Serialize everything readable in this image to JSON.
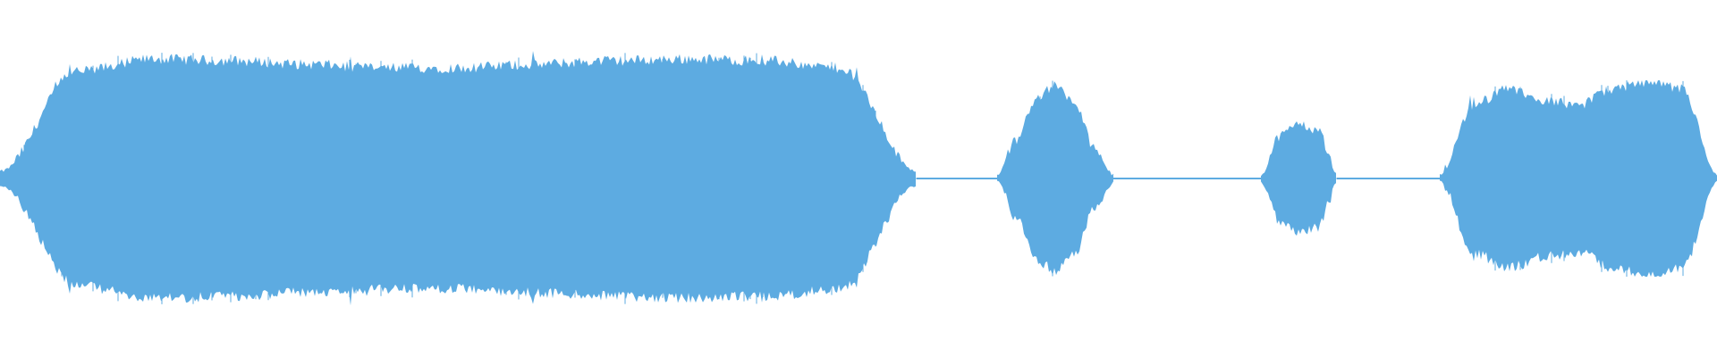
{
  "waveform": {
    "color": "#5dabe1",
    "background": "#ffffff",
    "description_kind": "audio-waveform",
    "segments": [
      {
        "kind": "sound",
        "amplitude_profile": [
          0.04,
          0.6,
          0.67,
          0.66,
          0.64,
          0.62,
          0.62,
          0.64,
          0.66,
          0.67,
          0.66,
          0.62,
          0.04
        ],
        "peak": 0.72
      },
      {
        "kind": "silence",
        "amplitude": 0.005
      },
      {
        "kind": "sound",
        "amplitude_profile": [
          0.02,
          0.22,
          0.45,
          0.52,
          0.42,
          0.18,
          0.02
        ],
        "peak": 0.55
      },
      {
        "kind": "silence",
        "amplitude": 0.005
      },
      {
        "kind": "sound",
        "amplitude_profile": [
          0.02,
          0.24,
          0.31,
          0.27,
          0.02
        ],
        "peak": 0.32
      },
      {
        "kind": "silence",
        "amplitude": 0.005
      },
      {
        "kind": "sound",
        "amplitude_profile": [
          0.02,
          0.42,
          0.5,
          0.44,
          0.41,
          0.5,
          0.54,
          0.5,
          0.02
        ],
        "peak": 0.55
      }
    ]
  }
}
